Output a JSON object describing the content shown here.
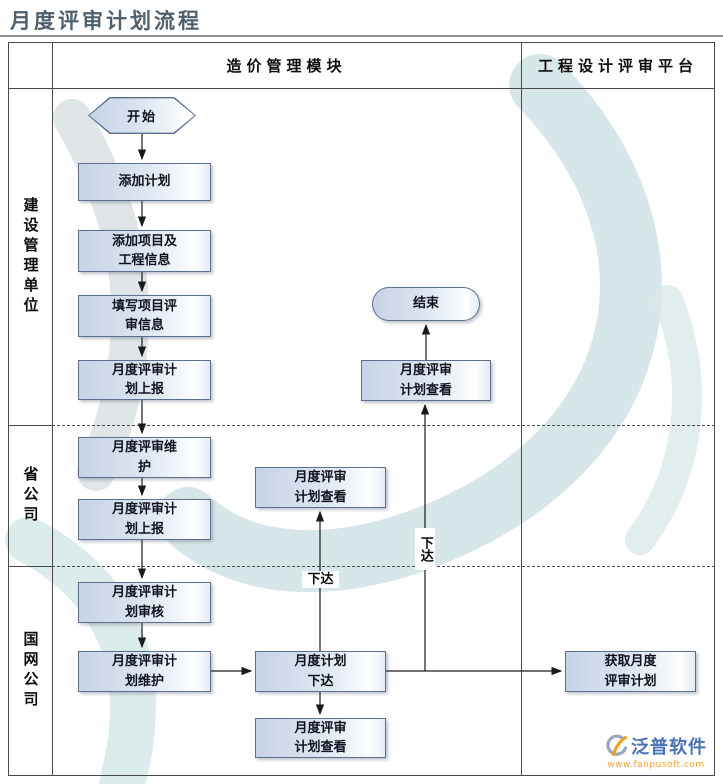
{
  "page": {
    "title": "月度评审计划流程"
  },
  "header": {
    "module_column": "造价管理模块",
    "platform_column": "工程设计评审平台"
  },
  "lanes": {
    "unit": "建设管理单位",
    "province": "省公司",
    "state_grid": "国网公司"
  },
  "nodes": {
    "start": "开始",
    "add_plan": "添加计划",
    "add_project_info": "添加项目及\n工程信息",
    "fill_review_info": "填写项目评\n审信息",
    "plan_report_unit": "月度评审计\n划上报",
    "review_maintain": "月度评审维\n护",
    "plan_report_province": "月度评审计\n划上报",
    "plan_audit": "月度评审计\n划审核",
    "plan_maintain": "月度评审计\n划维护",
    "plan_issue": "月度计划\n下达",
    "plan_view_grid": "月度评审\n计划查看",
    "plan_view_province": "月度评审\n计划查看",
    "plan_view_unit": "月度评审\n计划查看",
    "end": "结束",
    "get_plan": "获取月度\n评审计划"
  },
  "edge_labels": {
    "issue_to_province": "下达",
    "issue_to_unit": "下达"
  },
  "branding": {
    "name": "泛普软件",
    "url": "www.fanpusoft.com"
  },
  "colors": {
    "box_fill": "#dce5f1",
    "box_border": "#5d6f8e",
    "watermark_teal": "#d0e2e4",
    "brand_blue": "#4a72b8",
    "brand_orange": "#f5a22d"
  }
}
